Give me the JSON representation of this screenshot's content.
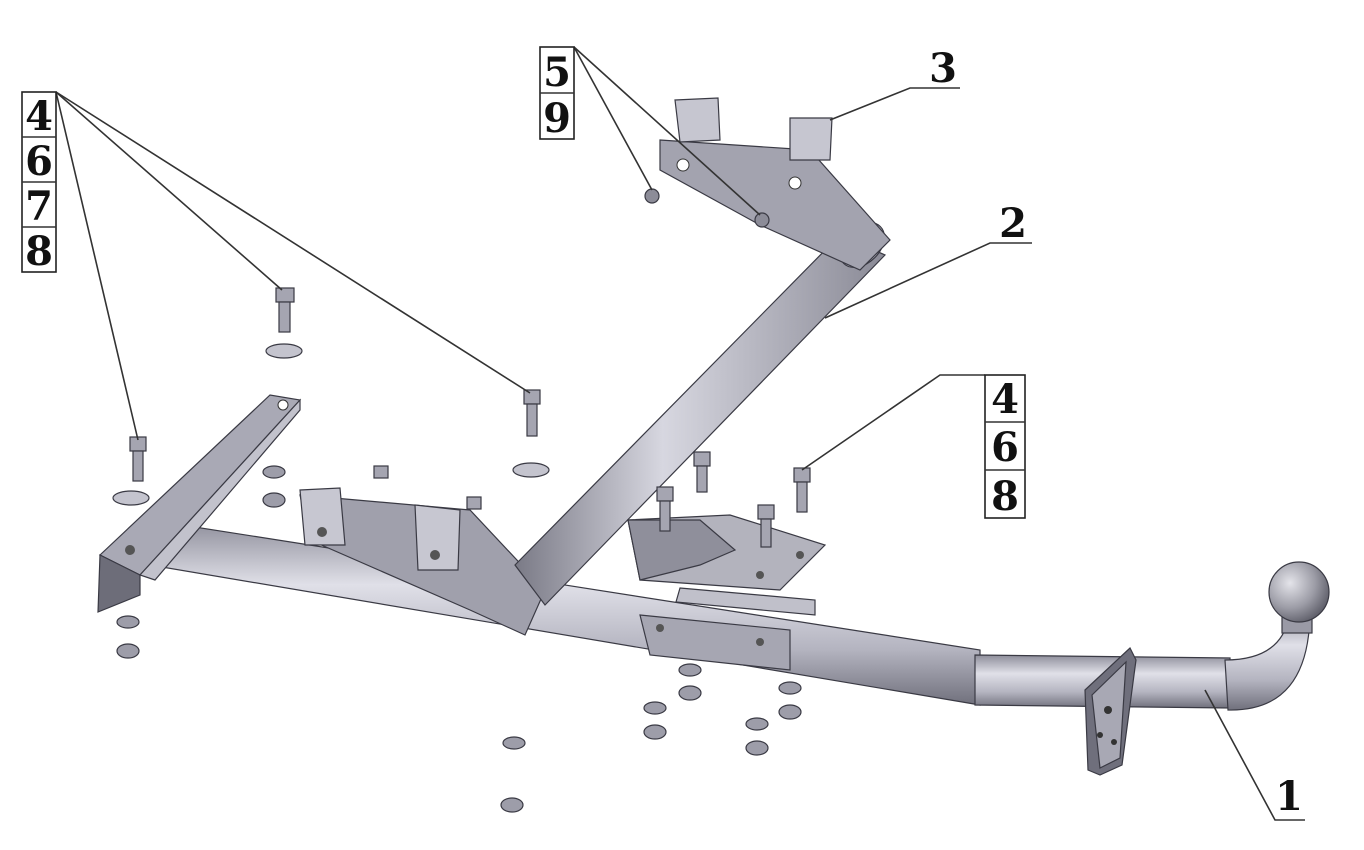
{
  "callouts": {
    "left_group": [
      "4",
      "6",
      "7",
      "8"
    ],
    "top_group": [
      "5",
      "9"
    ],
    "part_3": "3",
    "part_2": "2",
    "right_group": [
      "4",
      "6",
      "8"
    ],
    "part_1": "1"
  },
  "colors": {
    "metal_light": "#c9c9d3",
    "metal_mid": "#a3a3b0",
    "metal_dark": "#6f6f7c",
    "outline": "#3a3a44",
    "leader": "#333333"
  }
}
